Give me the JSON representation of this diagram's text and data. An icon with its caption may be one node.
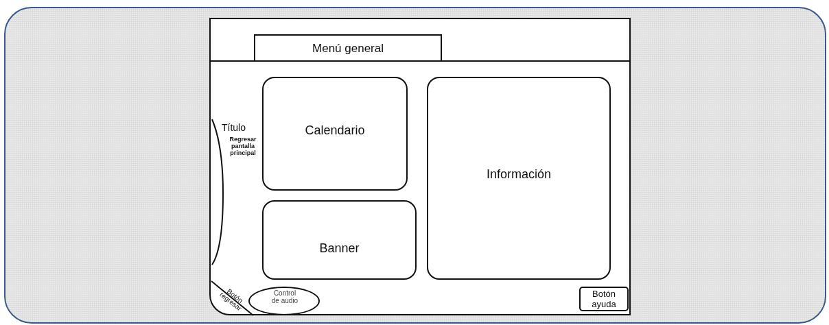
{
  "diagram": {
    "nodes": [
      {
        "text": [],
        "shape": "box"
      },
      {
        "text": [
          "Menú general"
        ],
        "in": 0
      },
      {
        "text": [
          "Título",
          "Regresar pantalla principal"
        ],
        "in": 0
      },
      {
        "text": [
          "Calendario"
        ],
        "in": 0
      },
      {
        "text": [
          "Información"
        ],
        "in": 0
      },
      {
        "text": [
          "Banner"
        ],
        "in": 0
      },
      {
        "text": [
          "Botón regresar"
        ],
        "in": 0
      },
      {
        "text": [
          "Control de audio"
        ],
        "in": 0
      },
      {
        "text": [
          "Botón ayuda"
        ],
        "in": 0
      }
    ]
  }
}
